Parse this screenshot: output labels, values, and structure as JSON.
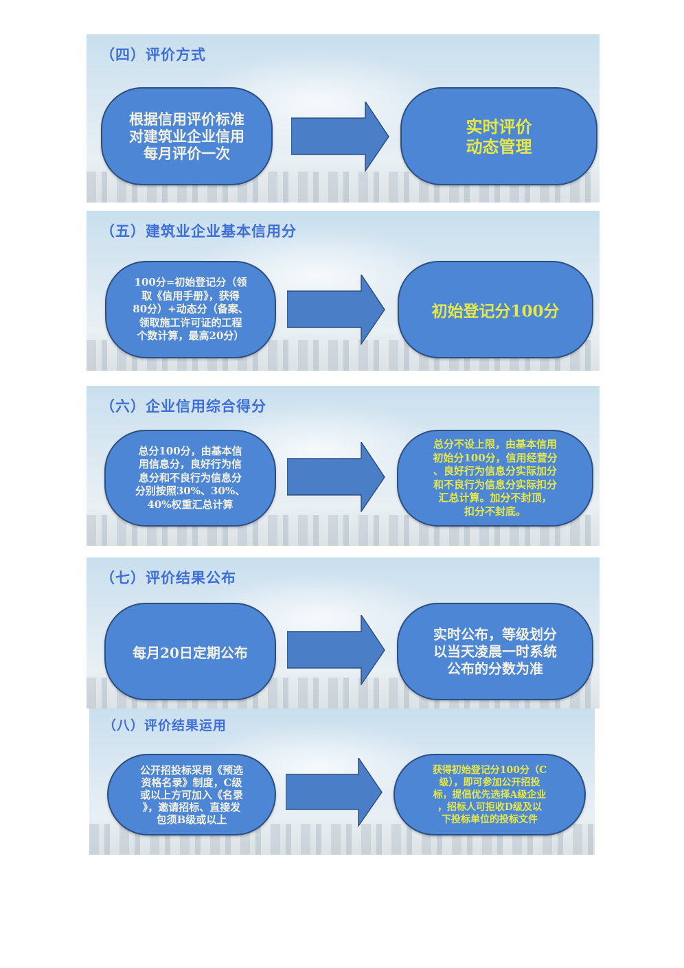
{
  "sections": [
    {
      "heading": "（四）评价方式",
      "left": "根据信用评价标准\n对建筑业企业信用\n每月评价一次",
      "right": "实时评价\n动态管理"
    },
    {
      "heading": "（五）建筑业企业基本信用分",
      "left": "100分=初始登记分（领\n取《信用手册》，获得\n80分）+动态分（备案、\n领取施工许可证的工程\n个数计算，最高20分）",
      "right": "初始登记分100分"
    },
    {
      "heading": "（六）企业信用综合得分",
      "left": "总分100分，由基本信\n用信息分，良好行为信\n息分和不良行为信息分\n分别按照30%、30%、\n40%权重汇总计算",
      "right": "总分不设上限，由基本信用\n初始分100分，信用经营分\n、良好行为信息分实际加分\n和不良行为信息分实际扣分\n汇总计算。加分不封顶，\n扣分不封底。"
    },
    {
      "heading": "（七）评价结果公布",
      "left": "每月20日定期公布",
      "right": "实时公布，等级划分\n以当天凌晨一时系统\n公布的分数为准"
    },
    {
      "heading": "（八）评价结果运用",
      "left": "公开招投标采用《预选\n资格名录》制度，C级\n或以上方可加入《名录\n》，邀请招标、直接发\n包须B级或以上",
      "right": "获得初始登记分100分（C\n级），即可参加公开招投\n标，提倡优先选择A级企业\n，招标人可拒收D级及以\n下投标单位的投标文件"
    }
  ],
  "colors": {
    "pill": "#4d86d4",
    "heading": "#3f6fd4",
    "left_text": "#f3f1e3",
    "right_text": "#e6e84a"
  }
}
